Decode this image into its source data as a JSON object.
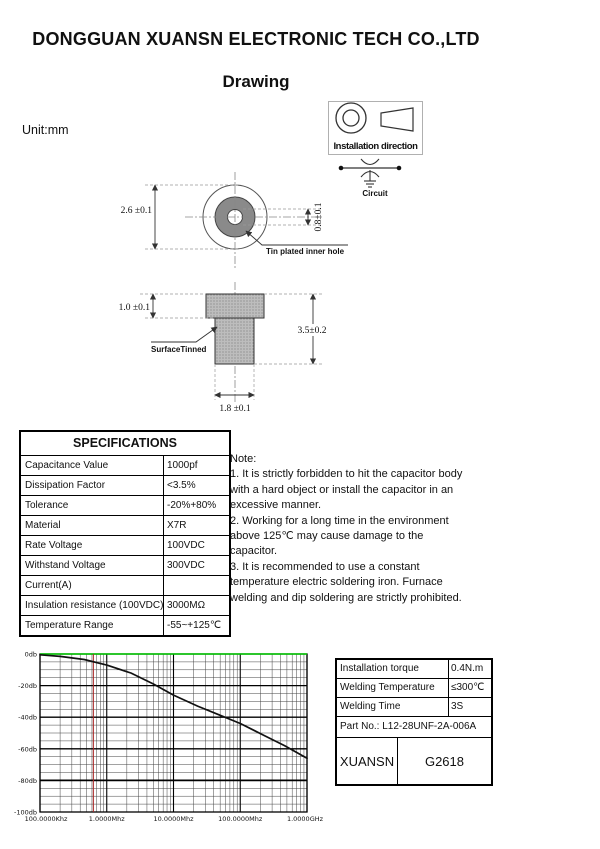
{
  "page": {
    "title": "DONGGUAN XUANSN ELECTRONIC TECH CO.,LTD",
    "subtitle": "Drawing",
    "unit_label": "Unit:mm"
  },
  "installation": {
    "label": "Installation direction"
  },
  "circuit": {
    "label": "Circuit"
  },
  "drawing": {
    "top_view": {
      "outer_dim": "2.6 ±0.1",
      "hole_dim": "0.8±0.1",
      "callout": "Tin plated inner hole"
    },
    "side_view": {
      "head_dim": "1.0 ±0.1",
      "total_dim": "3.5±0.2",
      "width_dim": "1.8 ±0.1",
      "callout": "SurfaceTinned"
    }
  },
  "specifications": {
    "title": "SPECIFICATIONS",
    "rows": [
      {
        "label": "Capacitance Value",
        "value": "1000pf"
      },
      {
        "label": "Dissipation Factor",
        "value": "<3.5%"
      },
      {
        "label": "Tolerance",
        "value": "-20%+80%"
      },
      {
        "label": "Material",
        "value": "X7R"
      },
      {
        "label": "Rate Voltage",
        "value": "100VDC"
      },
      {
        "label": "Withstand Voltage",
        "value": "300VDC"
      },
      {
        "label": "Current(A)",
        "value": ""
      },
      {
        "label": "Insulation resistance (100VDC)",
        "value": "3000MΩ"
      },
      {
        "label": "Temperature Range",
        "value": "-55~+125℃"
      }
    ]
  },
  "notes": {
    "text": "Note:\n1. It is strictly forbidden to hit the capacitor body\nwith a hard object or install the capacitor in an\nexcessive manner.\n2. Working for a long time in the environment\nabove 125℃ may cause damage to the\ncapacitor.\n3. It is recommended to use a constant\ntemperature electric soldering iron. Furnace\nwelding and dip soldering are strictly prohibited."
  },
  "parameters": {
    "rows": [
      {
        "label": "Installation torque",
        "value": "0.4N.m"
      },
      {
        "label": "Welding Temperature",
        "value": "≤300℃"
      },
      {
        "label": "Welding Time",
        "value": "3S"
      }
    ],
    "part_no": "Part No.: L12-28UNF-2A-006A",
    "brand": "XUANSN",
    "code": "G2618"
  },
  "chart_data": {
    "type": "line",
    "title": "",
    "xlabel": "",
    "ylabel": "",
    "x_scale": "log",
    "x_unit": "MHz",
    "xlim_mhz": [
      0.1,
      1000
    ],
    "ylim_db": [
      -100,
      0
    ],
    "x_ticks": [
      {
        "label": "100.0000Khz",
        "mhz": 0.1
      },
      {
        "label": "1.0000Mhz",
        "mhz": 1
      },
      {
        "label": "10.0000Mhz",
        "mhz": 10
      },
      {
        "label": "100.0000Mhz",
        "mhz": 100
      },
      {
        "label": "1.0000GHz",
        "mhz": 1000
      }
    ],
    "y_ticks": [
      {
        "label": "0db",
        "db": 0
      },
      {
        "label": "-20db",
        "db": -20
      },
      {
        "label": "-40db",
        "db": -40
      },
      {
        "label": "-60db",
        "db": -60
      },
      {
        "label": "-80db",
        "db": -80
      },
      {
        "label": "-100db",
        "db": -100
      }
    ],
    "series": [
      {
        "name": "insertion_loss",
        "color": "#111111",
        "points": [
          [
            0.1,
            -0.5
          ],
          [
            0.2,
            -1.5
          ],
          [
            0.46,
            -3.5
          ],
          [
            1,
            -7
          ],
          [
            2.3,
            -12
          ],
          [
            5,
            -19
          ],
          [
            10,
            -26
          ],
          [
            23,
            -33
          ],
          [
            48,
            -38.5
          ],
          [
            100,
            -44
          ],
          [
            215,
            -51
          ],
          [
            460,
            -58
          ],
          [
            1000,
            -66
          ]
        ]
      }
    ],
    "reference_lines": [
      {
        "orientation": "horizontal",
        "db": 0,
        "color": "#00cc00"
      },
      {
        "orientation": "vertical",
        "mhz": 0.63,
        "color": "#aa2222"
      }
    ],
    "grid": {
      "h_step_db": 5,
      "h_major_db": 20,
      "v_log_minor": true
    }
  }
}
